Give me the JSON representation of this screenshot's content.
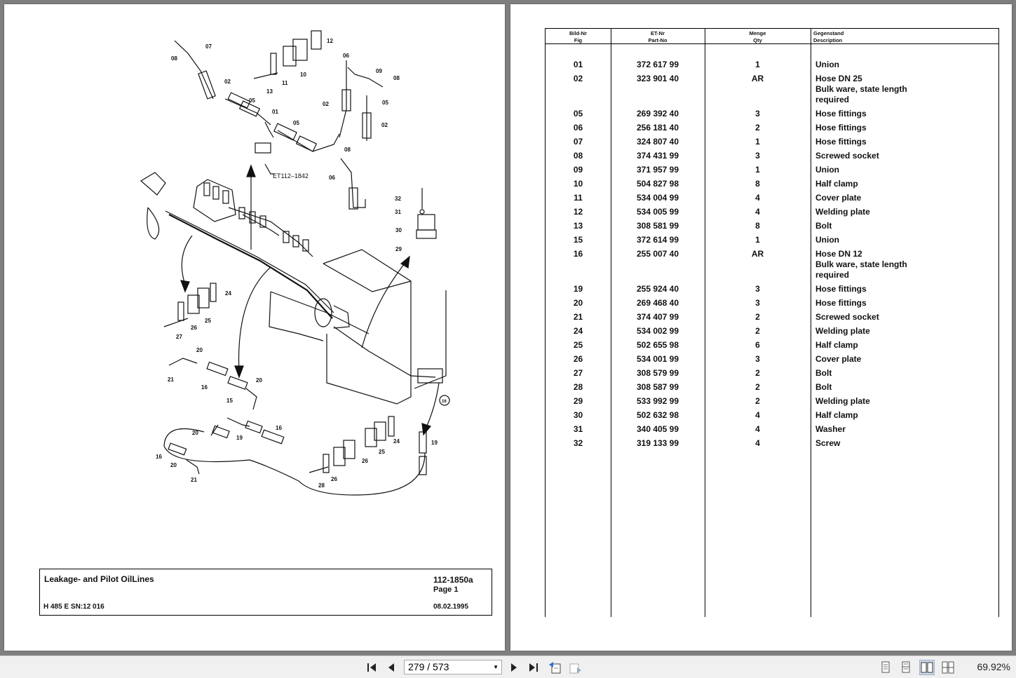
{
  "diagram": {
    "callouts": [
      "08",
      "07",
      "02",
      "05",
      "01",
      "05",
      "11",
      "13",
      "10",
      "12",
      "06",
      "09",
      "08",
      "02",
      "05",
      "02",
      "08",
      "06",
      "32",
      "31",
      "30",
      "29",
      "24",
      "25",
      "26",
      "27",
      "20",
      "21",
      "16",
      "20",
      "15",
      "19",
      "16",
      "20",
      "16",
      "20",
      "21",
      "24",
      "25",
      "26",
      "26",
      "28",
      "19"
    ],
    "reference": "ET112–1842",
    "circle_label": "16"
  },
  "titleblock": {
    "title": "Leakage- and Pilot OilLines",
    "doc_number": "112-1850a",
    "page_label": "Page 1",
    "model": "H 485 E SN:12 016",
    "date": "08.02.1995"
  },
  "table": {
    "headers": {
      "fig_de": "Bild-Nr",
      "fig_en": "Fig",
      "part_de": "ET-Nr",
      "part_en": "Part-No",
      "qty_de": "Menge",
      "qty_en": "Qty",
      "desc_de": "Gegenstand",
      "desc_en": "Description"
    },
    "rows": [
      {
        "fig": "01",
        "part": "372 617 99",
        "qty": "1",
        "desc": [
          "Union"
        ]
      },
      {
        "fig": "02",
        "part": "323 901 40",
        "qty": "AR",
        "desc": [
          "Hose DN 25",
          "Bulk ware, state length",
          "required"
        ]
      },
      {
        "fig": "05",
        "part": "269 392 40",
        "qty": "3",
        "desc": [
          "Hose fittings"
        ]
      },
      {
        "fig": "06",
        "part": "256 181 40",
        "qty": "2",
        "desc": [
          "Hose fittings"
        ]
      },
      {
        "fig": "07",
        "part": "324 807 40",
        "qty": "1",
        "desc": [
          "Hose fittings"
        ]
      },
      {
        "fig": "08",
        "part": "374 431 99",
        "qty": "3",
        "desc": [
          "Screwed socket"
        ]
      },
      {
        "fig": "09",
        "part": "371 957 99",
        "qty": "1",
        "desc": [
          "Union"
        ]
      },
      {
        "fig": "10",
        "part": "504 827 98",
        "qty": "8",
        "desc": [
          "Half clamp"
        ]
      },
      {
        "fig": "11",
        "part": "534 004 99",
        "qty": "4",
        "desc": [
          "Cover plate"
        ]
      },
      {
        "fig": "12",
        "part": "534 005 99",
        "qty": "4",
        "desc": [
          "Welding plate"
        ]
      },
      {
        "fig": "13",
        "part": "308 581 99",
        "qty": "8",
        "desc": [
          "Bolt"
        ]
      },
      {
        "fig": "15",
        "part": "372 614 99",
        "qty": "1",
        "desc": [
          "Union"
        ]
      },
      {
        "fig": "16",
        "part": "255 007 40",
        "qty": "AR",
        "desc": [
          "Hose DN 12",
          "Bulk ware, state length",
          "required"
        ]
      },
      {
        "fig": "19",
        "part": "255 924 40",
        "qty": "3",
        "desc": [
          "Hose fittings"
        ]
      },
      {
        "fig": "20",
        "part": "269 468 40",
        "qty": "3",
        "desc": [
          "Hose fittings"
        ]
      },
      {
        "fig": "21",
        "part": "374 407 99",
        "qty": "2",
        "desc": [
          "Screwed socket"
        ]
      },
      {
        "fig": "24",
        "part": "534 002 99",
        "qty": "2",
        "desc": [
          "Welding plate"
        ]
      },
      {
        "fig": "25",
        "part": "502 655 98",
        "qty": "6",
        "desc": [
          "Half clamp"
        ]
      },
      {
        "fig": "26",
        "part": "534 001 99",
        "qty": "3",
        "desc": [
          "Cover plate"
        ]
      },
      {
        "fig": "27",
        "part": "308 579 99",
        "qty": "2",
        "desc": [
          "Bolt"
        ]
      },
      {
        "fig": "28",
        "part": "308 587 99",
        "qty": "2",
        "desc": [
          "Bolt"
        ]
      },
      {
        "fig": "29",
        "part": "533 992 99",
        "qty": "2",
        "desc": [
          "Welding plate"
        ]
      },
      {
        "fig": "30",
        "part": "502 632 98",
        "qty": "4",
        "desc": [
          "Half clamp"
        ]
      },
      {
        "fig": "31",
        "part": "340 405 99",
        "qty": "4",
        "desc": [
          "Washer"
        ]
      },
      {
        "fig": "32",
        "part": "319 133 99",
        "qty": "4",
        "desc": [
          "Screw"
        ]
      }
    ]
  },
  "toolbar": {
    "current_page": "279",
    "separator": "/",
    "total_pages": "573",
    "zoom": "69.92%"
  }
}
